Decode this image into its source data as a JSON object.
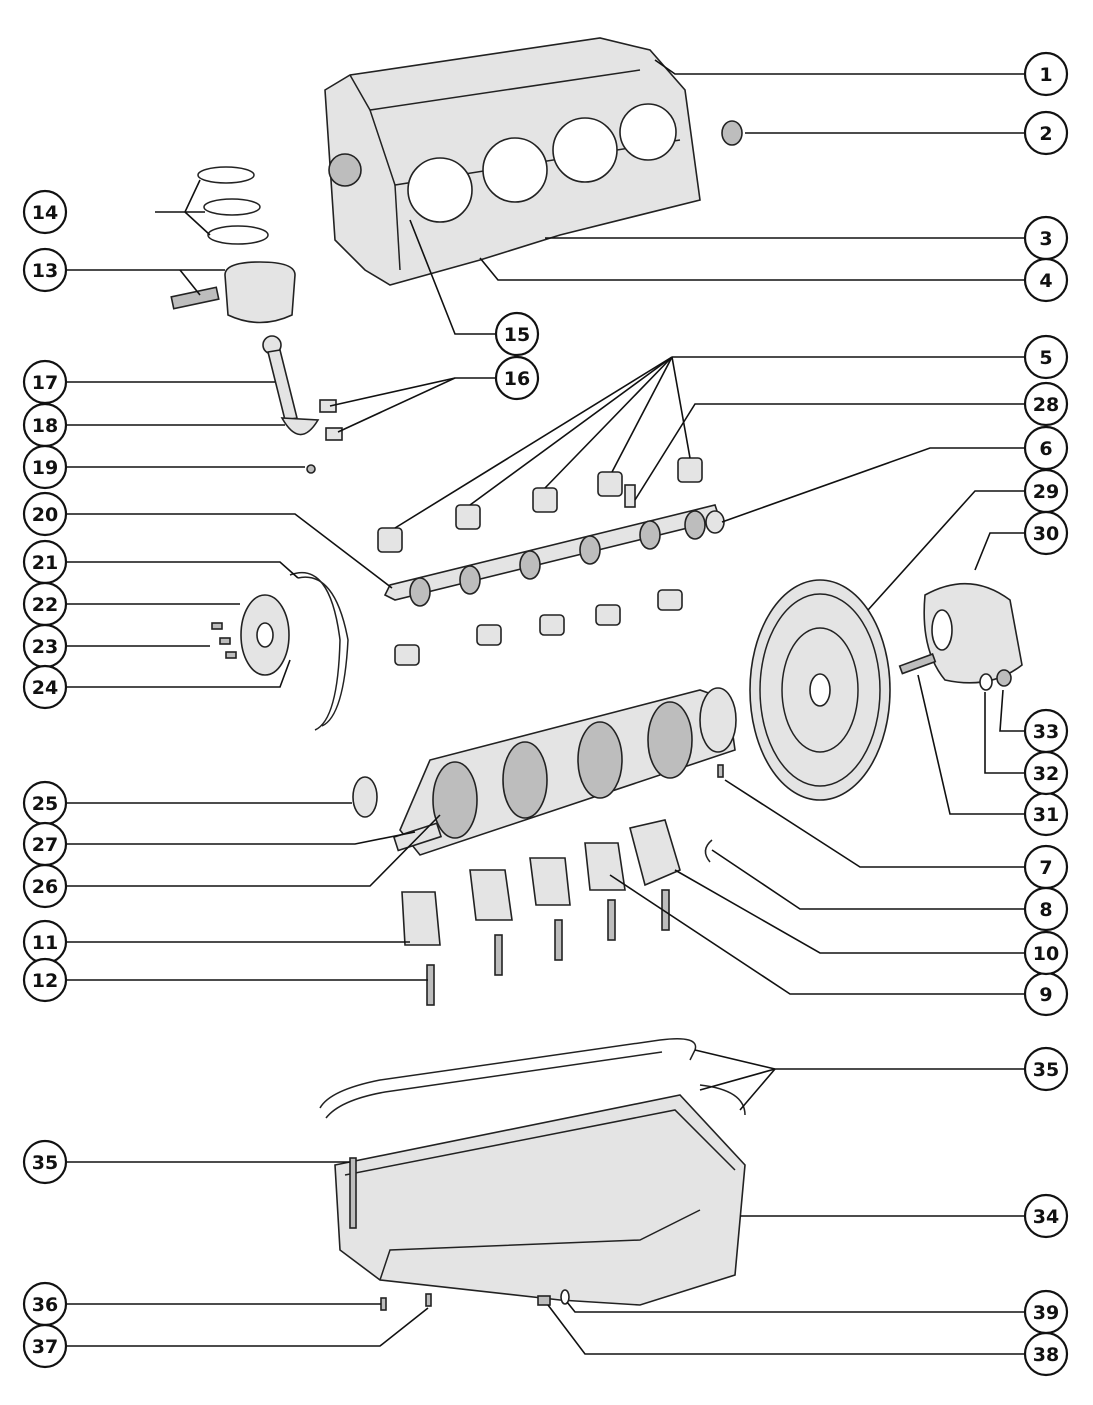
{
  "callouts": [
    {
      "id": "c1",
      "label": "1"
    },
    {
      "id": "c2",
      "label": "2"
    },
    {
      "id": "c3",
      "label": "3"
    },
    {
      "id": "c4",
      "label": "4"
    },
    {
      "id": "c5",
      "label": "5"
    },
    {
      "id": "c6",
      "label": "6"
    },
    {
      "id": "c7",
      "label": "7"
    },
    {
      "id": "c8",
      "label": "8"
    },
    {
      "id": "c9",
      "label": "9"
    },
    {
      "id": "c10",
      "label": "10"
    },
    {
      "id": "c11",
      "label": "11"
    },
    {
      "id": "c12",
      "label": "12"
    },
    {
      "id": "c13",
      "label": "13"
    },
    {
      "id": "c14",
      "label": "14"
    },
    {
      "id": "c15",
      "label": "15"
    },
    {
      "id": "c16",
      "label": "16"
    },
    {
      "id": "c17",
      "label": "17"
    },
    {
      "id": "c18",
      "label": "18"
    },
    {
      "id": "c19",
      "label": "19"
    },
    {
      "id": "c20",
      "label": "20"
    },
    {
      "id": "c21",
      "label": "21"
    },
    {
      "id": "c22",
      "label": "22"
    },
    {
      "id": "c23",
      "label": "23"
    },
    {
      "id": "c24",
      "label": "24"
    },
    {
      "id": "c25",
      "label": "25"
    },
    {
      "id": "c26",
      "label": "26"
    },
    {
      "id": "c27",
      "label": "27"
    },
    {
      "id": "c28",
      "label": "28"
    },
    {
      "id": "c29",
      "label": "29"
    },
    {
      "id": "c30",
      "label": "30"
    },
    {
      "id": "c31",
      "label": "31"
    },
    {
      "id": "c32",
      "label": "32"
    },
    {
      "id": "c33",
      "label": "33"
    },
    {
      "id": "c34",
      "label": "34"
    },
    {
      "id": "c35a",
      "label": "35"
    },
    {
      "id": "c35b",
      "label": "35"
    },
    {
      "id": "c36",
      "label": "36"
    },
    {
      "id": "c37",
      "label": "37"
    },
    {
      "id": "c38",
      "label": "38"
    },
    {
      "id": "c39",
      "label": "39"
    }
  ]
}
